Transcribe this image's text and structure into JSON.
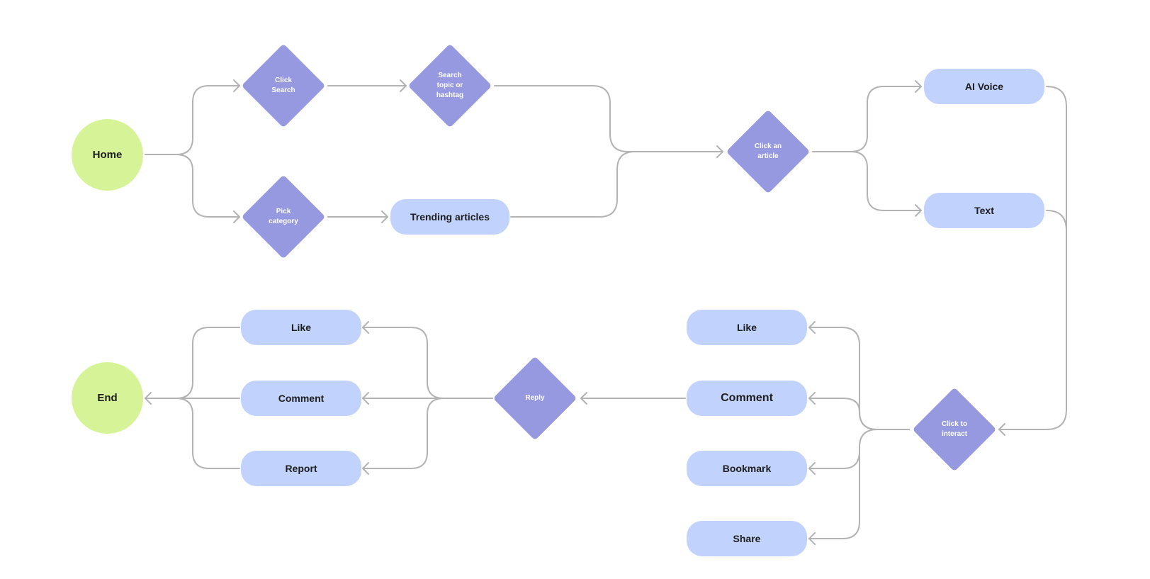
{
  "colors": {
    "terminal": "#d6f497",
    "decision": "#9699e0",
    "process": "#c1d3fd",
    "connector": "#b3b3b3",
    "text_dark": "#1d1d1d",
    "text_light": "#ffffff"
  },
  "nodes": {
    "home": "Home",
    "end": "End",
    "click_search": "Click Search",
    "search_topic": "Search topic or hashtag",
    "pick_category": "Pick category",
    "trending_articles": "Trending articles",
    "click_article": "Click an article",
    "ai_voice": "AI Voice",
    "text": "Text",
    "click_interact": "Click to interact",
    "like_right": "Like",
    "comment_right": "Comment",
    "bookmark": "Bookmark",
    "share": "Share",
    "reply": "Reply",
    "like_left": "Like",
    "comment_left": "Comment",
    "report": "Report"
  }
}
